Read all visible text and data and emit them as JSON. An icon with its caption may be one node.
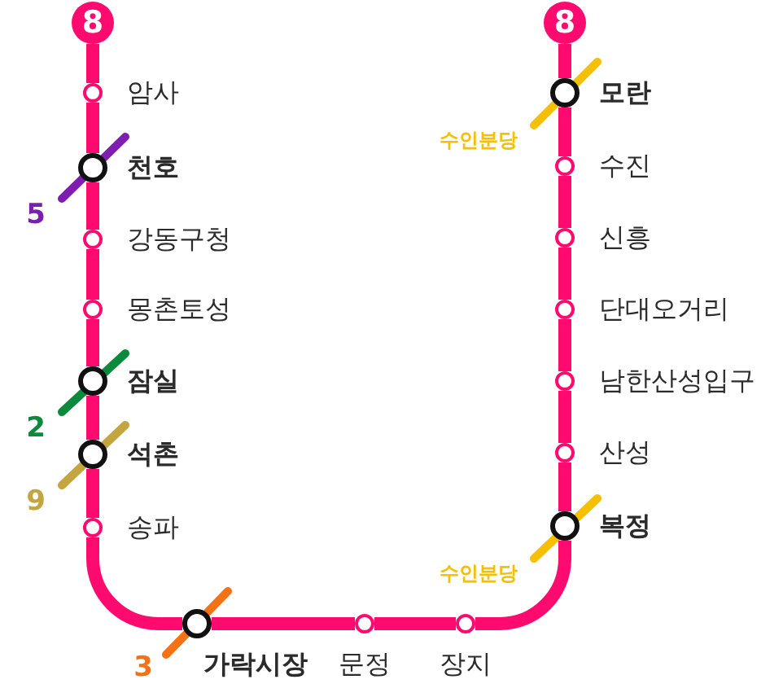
{
  "diagram": {
    "nodes": [
      {
        "text": [
          "8"
        ]
      },
      {
        "text": [],
        "shape": "circle",
        "beside": [
          "암사"
        ]
      },
      {
        "text": [],
        "shape": "circle",
        "beside": [
          "천호"
        ]
      },
      {
        "text": [],
        "shape": "circle",
        "beside": [
          "강동구청"
        ]
      },
      {
        "text": [],
        "shape": "circle",
        "beside": [
          "몽촌토성"
        ]
      },
      {
        "text": [],
        "shape": "circle",
        "beside": [
          "잠실"
        ]
      },
      {
        "text": [],
        "shape": "circle",
        "beside": [
          "석촌"
        ]
      },
      {
        "text": [],
        "shape": "circle",
        "beside": [
          "송파"
        ]
      },
      {
        "text": [],
        "shape": "circle",
        "beside": [
          "가락시장"
        ]
      },
      {
        "text": [],
        "shape": "circle",
        "beside": [
          "문정"
        ]
      },
      {
        "text": [],
        "shape": "circle",
        "beside": [
          "장지"
        ]
      },
      {
        "text": [
          "8"
        ]
      },
      {
        "text": [],
        "shape": "circle",
        "beside": [
          "모란"
        ]
      },
      {
        "text": [],
        "shape": "circle",
        "beside": [
          "수진"
        ]
      },
      {
        "text": [],
        "shape": "circle",
        "beside": [
          "신흥"
        ]
      },
      {
        "text": [],
        "shape": "circle",
        "beside": [
          "단대오거리"
        ]
      },
      {
        "text": [],
        "shape": "circle",
        "beside": [
          "남한산성입구"
        ]
      },
      {
        "text": [],
        "shape": "circle",
        "beside": [
          "산성"
        ]
      },
      {
        "text": [],
        "shape": "circle",
        "beside": [
          "복정"
        ]
      }
    ],
    "edges": [
      {
        "from": 0,
        "to": 1,
        "arrow": "none"
      },
      {
        "from": 1,
        "to": 2,
        "arrow": "none"
      },
      {
        "from": 2,
        "to": 3,
        "arrow": "none"
      },
      {
        "from": 3,
        "to": 4,
        "arrow": "none"
      },
      {
        "from": 4,
        "to": 5,
        "arrow": "none"
      },
      {
        "from": 5,
        "to": 6,
        "arrow": "none"
      },
      {
        "from": 6,
        "to": 7,
        "arrow": "none"
      },
      {
        "from": 7,
        "to": 8,
        "arrow": "none"
      },
      {
        "from": 8,
        "to": 9,
        "arrow": "none"
      },
      {
        "from": 9,
        "to": 10,
        "arrow": "none"
      },
      {
        "from": 10,
        "to": 18,
        "arrow": "none"
      },
      {
        "from": 18,
        "to": 17,
        "arrow": "none"
      },
      {
        "from": 17,
        "to": 16,
        "arrow": "none"
      },
      {
        "from": 16,
        "to": 15,
        "arrow": "none"
      },
      {
        "from": 15,
        "to": 14,
        "arrow": "none"
      },
      {
        "from": 14,
        "to": 13,
        "arrow": "none"
      },
      {
        "from": 13,
        "to": 12,
        "arrow": "none"
      },
      {
        "from": 12,
        "to": 11,
        "arrow": "none"
      }
    ],
    "labels": [
      "수인분당",
      "5",
      "2",
      "9",
      "수인분당",
      "3"
    ]
  }
}
